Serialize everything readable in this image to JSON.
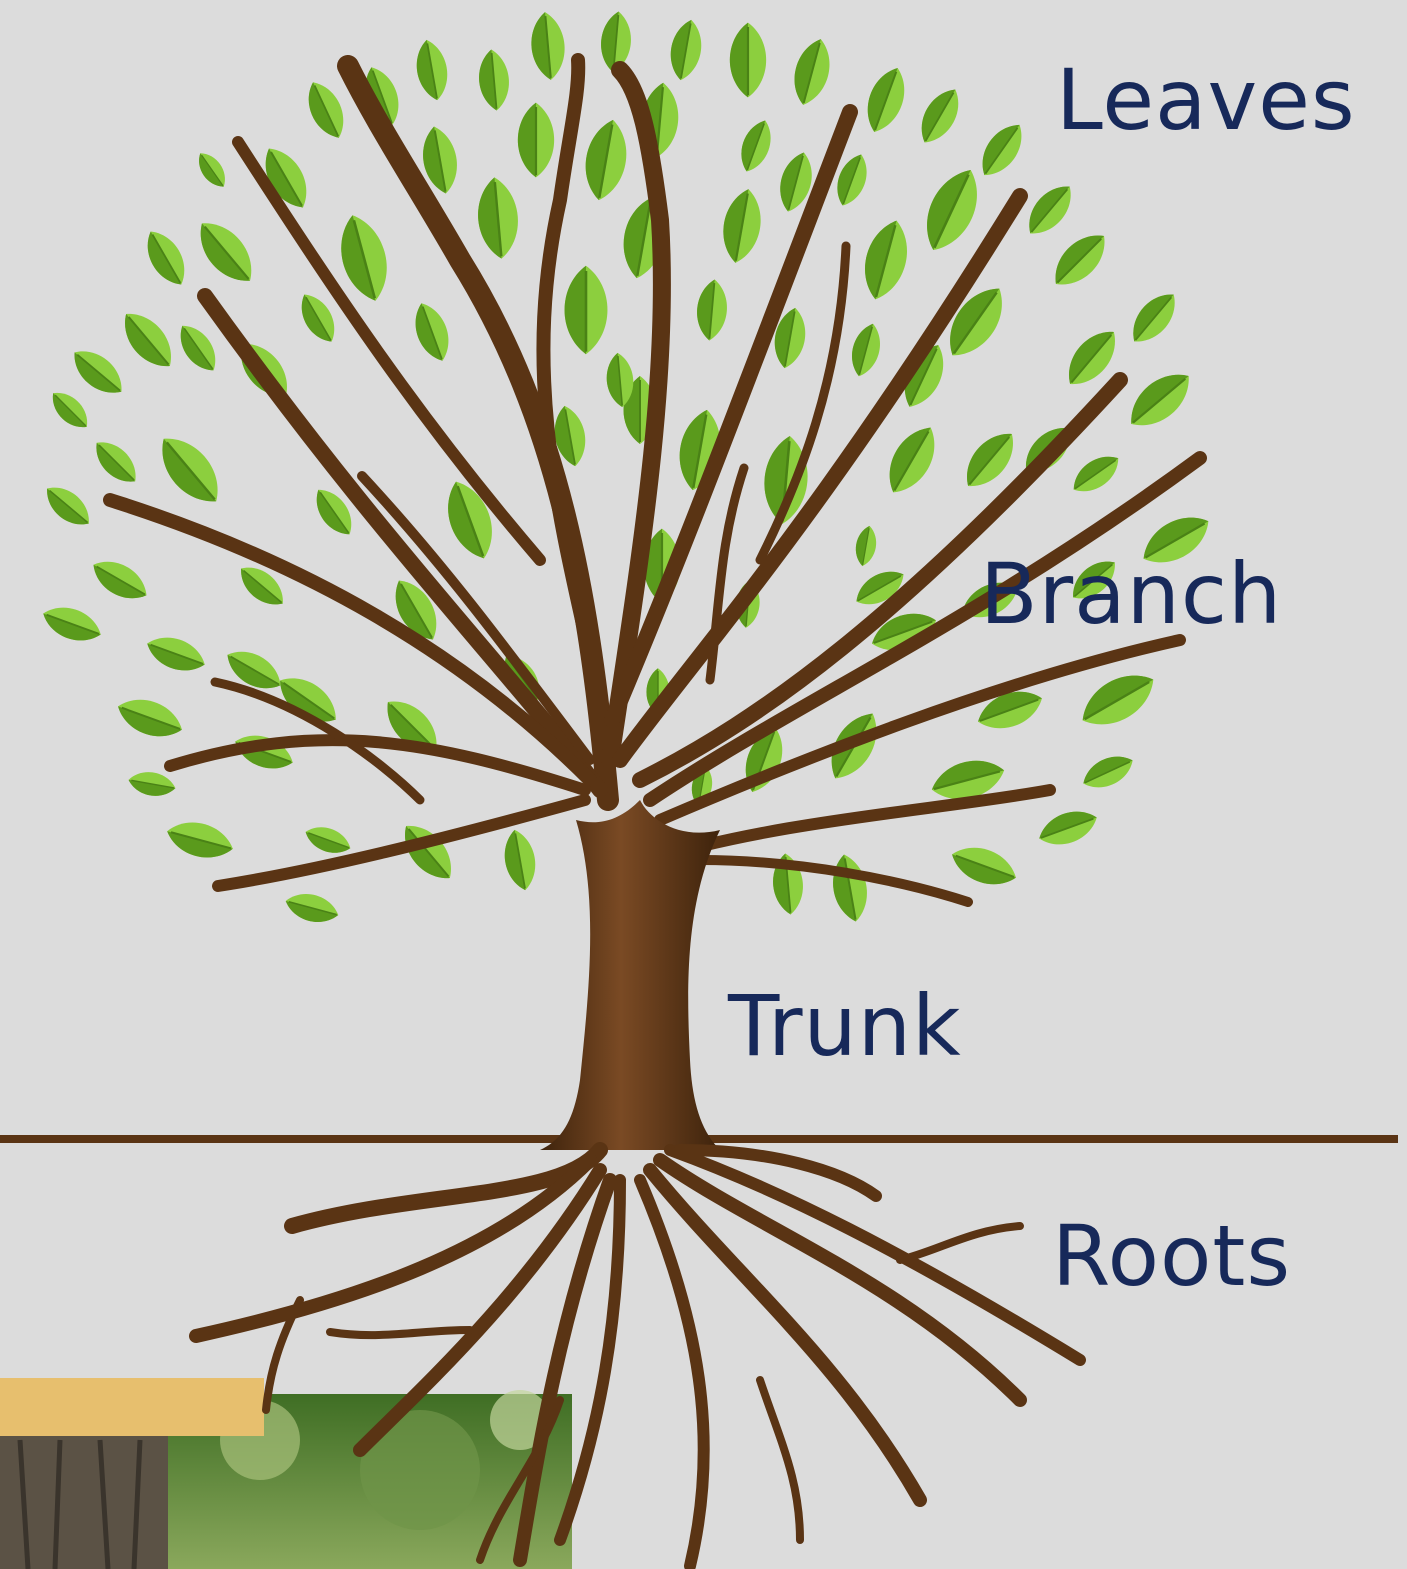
{
  "labels": {
    "leaves": "Leaves",
    "branch": "Branch",
    "trunk": "Trunk",
    "roots": "Roots"
  },
  "colors": {
    "background": "#dcdcdc",
    "label_text": "#17295a",
    "bark": "#5a3414",
    "bark_highlight": "#7a4a24",
    "leaf_light": "#8ccf3e",
    "leaf_dark": "#5a9a1c",
    "tape": "#e7bf6e"
  },
  "icons": {
    "tree": "tree-illustration",
    "photo": "tree-bark-photo",
    "tape": "masking-tape"
  }
}
